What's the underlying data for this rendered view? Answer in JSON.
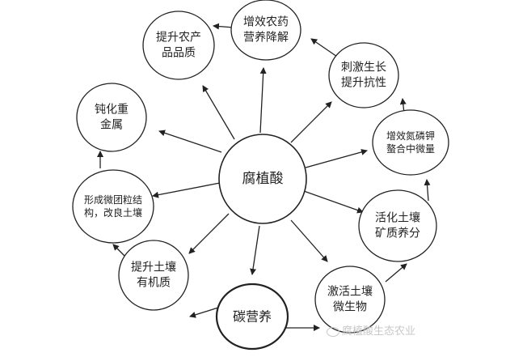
{
  "center": {
    "id": "center",
    "lines": [
      "腐植酸"
    ]
  },
  "nodes": [
    {
      "id": "n1",
      "lines": [
        "提升农产",
        "品品质"
      ]
    },
    {
      "id": "n2",
      "lines": [
        "增效农药",
        "营养降解"
      ]
    },
    {
      "id": "n3",
      "lines": [
        "刺激生长",
        "提升抗性"
      ]
    },
    {
      "id": "n4",
      "lines": [
        "增效氮磷钾",
        "螯合中微量"
      ]
    },
    {
      "id": "n5",
      "lines": [
        "活化土壤",
        "矿质养分"
      ]
    },
    {
      "id": "n6",
      "lines": [
        "激活土壤",
        "微生物"
      ]
    },
    {
      "id": "n7",
      "lines": [
        "碳营养"
      ]
    },
    {
      "id": "n8",
      "lines": [
        "提升土壤",
        "有机质"
      ]
    },
    {
      "id": "n9",
      "lines": [
        "形成微团粒结",
        "构，改良土壤"
      ]
    },
    {
      "id": "n10",
      "lines": [
        "钝化重",
        "金属"
      ]
    }
  ],
  "watermark": {
    "text": "腐植酸生态农业"
  },
  "colors": {
    "stroke": "#222222",
    "text": "#222222",
    "watermark": "#c8c8c8"
  }
}
